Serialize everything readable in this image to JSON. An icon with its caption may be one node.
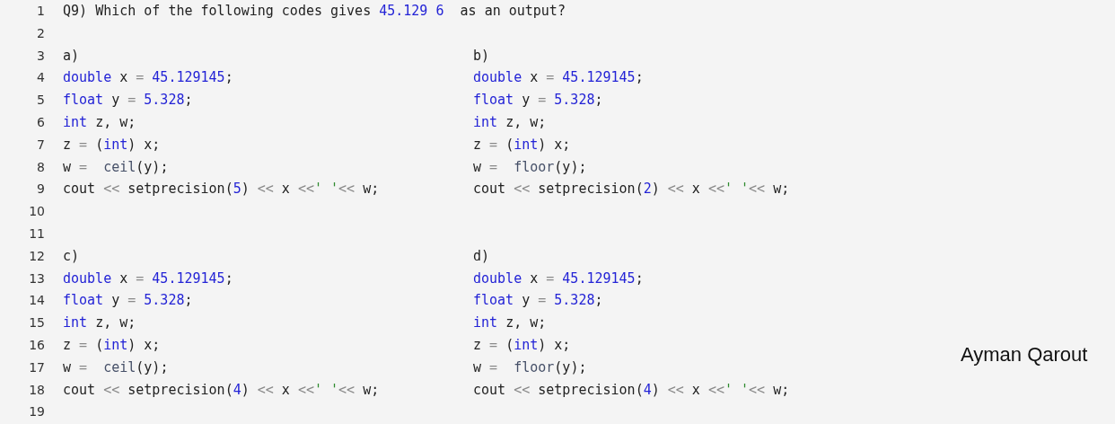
{
  "diagram": {
    "labels": [
      "1",
      "Q9) Which of the following codes gives 45.129 6  as an output?",
      "2",
      "3",
      "a)",
      "b)",
      "4",
      "double x = 45.129145;",
      "double x = 45.129145;",
      "5",
      "float y = 5.328;",
      "float y = 5.328;",
      "6",
      "int z, w;",
      "int z, w;",
      "7",
      "z = (int) x;",
      "z = (int) x;",
      "8",
      "w =  ceil(y);",
      "w =  floor(y);",
      "9",
      "cout << setprecision(5) << x <<' '<< w;",
      "cout << setprecision(2) << x <<' '<< w;",
      "10",
      "11",
      "12",
      "c)",
      "d)",
      "13",
      "double x = 45.129145;",
      "double x = 45.129145;",
      "14",
      "float y = 5.328;",
      "float y = 5.328;",
      "15",
      "int z, w;",
      "int z, w;",
      "16",
      "z = (int) x;",
      "z = (int) x;",
      "17",
      "w =  ceil(y);",
      "w =  floor(y);",
      "18",
      "cout << setprecision(4) << x <<' '<< w;",
      "cout << setprecision(4) << x <<' '<< w;",
      "19",
      "Ayman Qarout"
    ]
  }
}
